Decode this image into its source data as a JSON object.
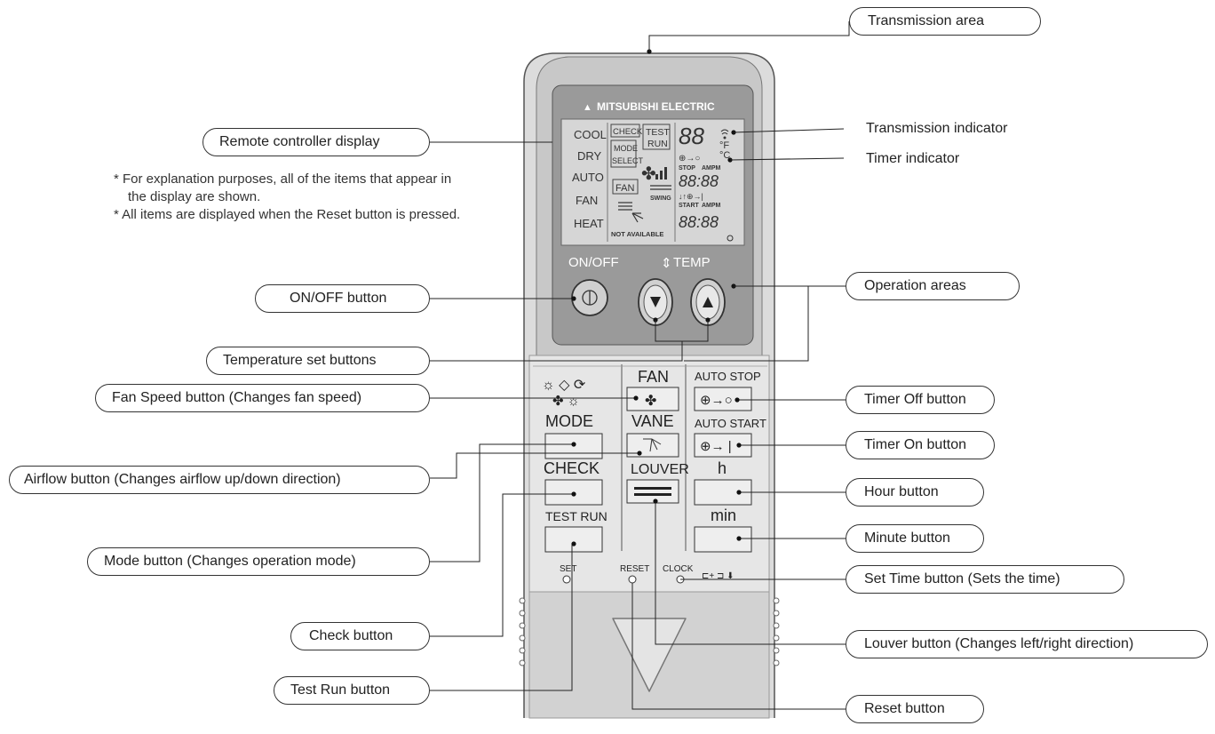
{
  "brand": "MITSUBISHI ELECTRIC",
  "notes": [
    "* For explanation purposes, all of the items that appear in the display are shown.",
    "* All items are displayed when the Reset button is pressed."
  ],
  "callouts_left": {
    "display": "Remote controller display",
    "onoff": "ON/OFF button",
    "temp": "Temperature set buttons",
    "fan": "Fan Speed button (Changes fan speed)",
    "airflow": "Airflow button (Changes airflow up/down direction)",
    "mode": "Mode button (Changes operation mode)",
    "check": "Check button",
    "testrun": "Test Run button"
  },
  "callouts_right": {
    "transmission_area": "Transmission area",
    "transmission_indicator": "Transmission indicator",
    "timer_indicator": "Timer indicator",
    "operation_areas": "Operation areas",
    "timer_off": "Timer Off button",
    "timer_on": "Timer On button",
    "hour": "Hour button",
    "minute": "Minute button",
    "set_time": "Set Time button (Sets the time)",
    "louver": "Louver button (Changes left/right direction)",
    "reset": "Reset button"
  },
  "display": {
    "modes": [
      "COOL",
      "DRY",
      "AUTO",
      "FAN",
      "HEAT"
    ],
    "check": "CHECK",
    "test_run": [
      "TEST",
      "RUN"
    ],
    "mode_select": [
      "MODE",
      "SELECT"
    ],
    "fan": "FAN",
    "not_available": "NOT AVAILABLE",
    "swing": "SWING",
    "stop": "STOP",
    "start": "START",
    "ampm": "AMPM",
    "fahrenheit": "°F",
    "celsius": "°C",
    "segments_temp": "88",
    "segments_time": "88:88"
  },
  "remote": {
    "onoff": "ON/OFF",
    "temp": "TEMP",
    "fan": "FAN",
    "auto_stop": "AUTO STOP",
    "mode": "MODE",
    "vane": "VANE",
    "auto_start": "AUTO START",
    "check": "CHECK",
    "louver": "LOUVER",
    "h": "h",
    "test_run": "TEST RUN",
    "min": "min",
    "set": "SET",
    "reset": "RESET",
    "clock": "CLOCK"
  }
}
